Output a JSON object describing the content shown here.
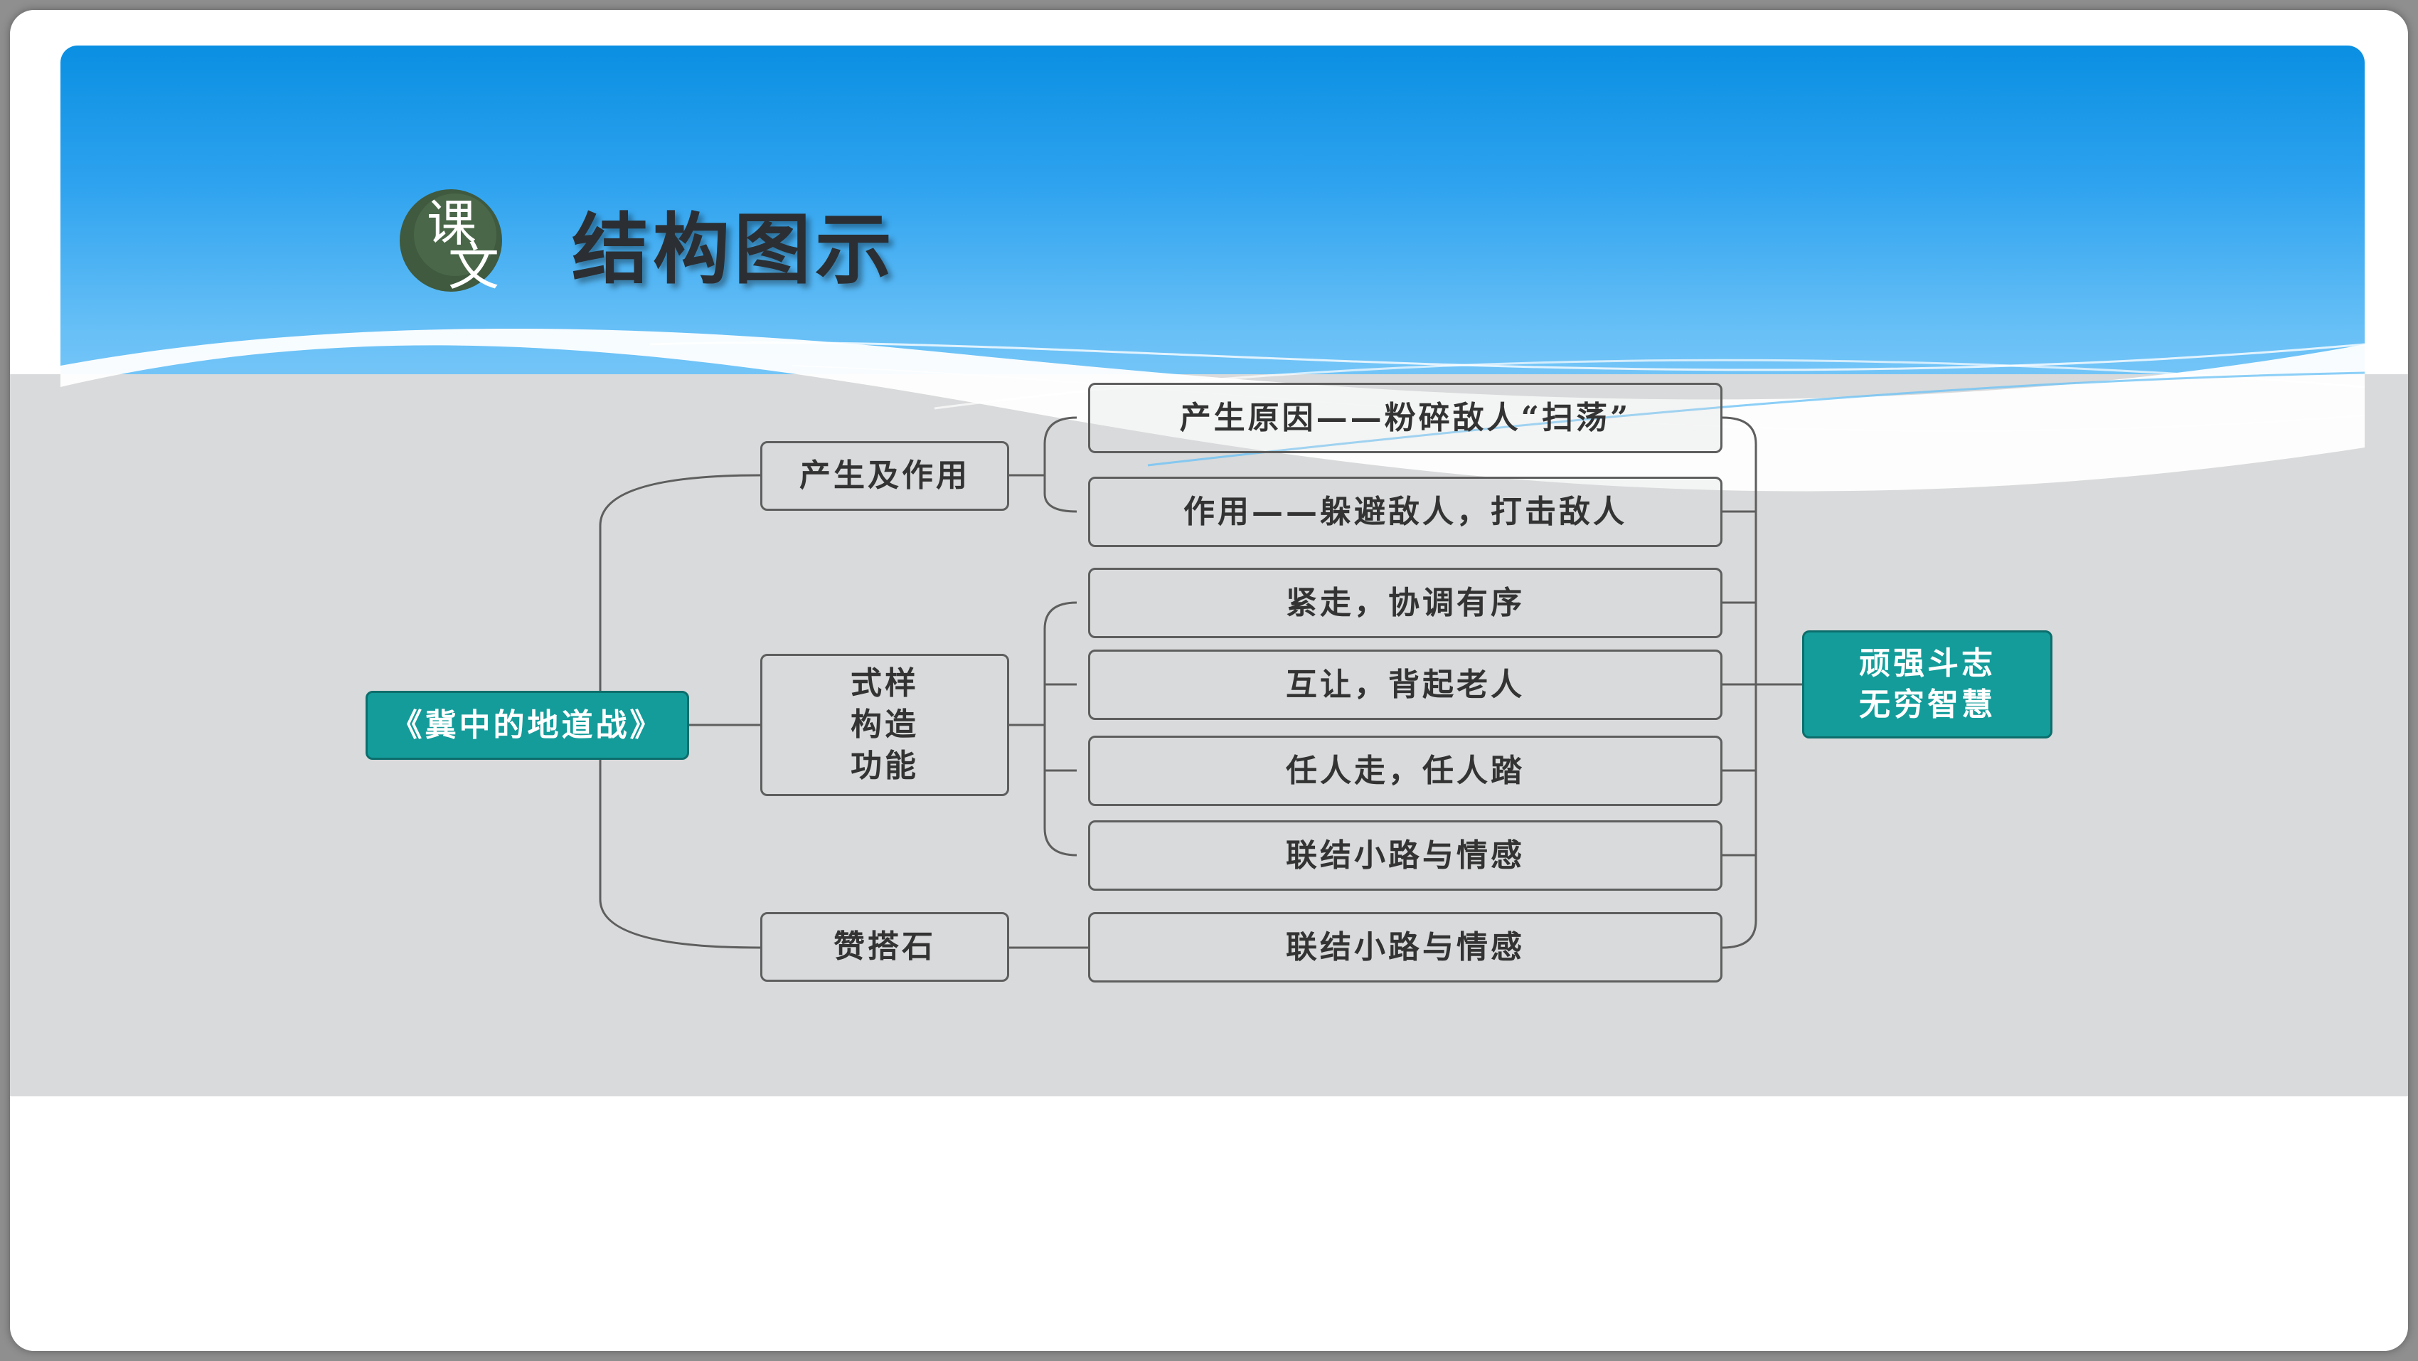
{
  "header": {
    "badge": "课文",
    "title": "结构图示"
  },
  "diagram": {
    "root": "《冀中的地道战》",
    "branches": [
      {
        "label": "产生及作用",
        "items": [
          "产生原因——粉碎敌人“扫荡”",
          "作用——躲避敌人，打击敌人"
        ]
      },
      {
        "lines": [
          "式样",
          "构造",
          "功能"
        ],
        "items": [
          "紧走，协调有序",
          "互让，背起老人",
          "任人走，任人踏",
          "联结小路与情感"
        ]
      },
      {
        "label": "赞搭石",
        "items": [
          "联结小路与情感"
        ]
      }
    ],
    "conclusion": [
      "顽强斗志",
      "无穷智慧"
    ]
  },
  "colors": {
    "header_blue": "#0a8fe2",
    "node_teal": "#139c9a",
    "panel_gray": "#d9dadb",
    "line_gray": "#5e5e5e"
  }
}
